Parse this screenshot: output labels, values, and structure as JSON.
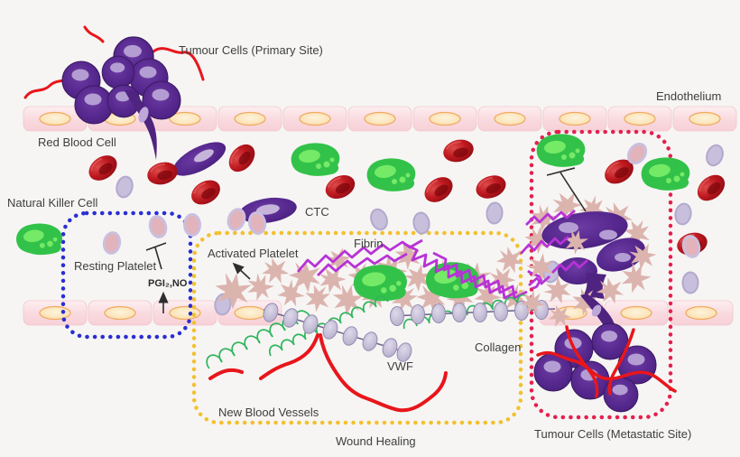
{
  "diagram": {
    "description": "Platelets and tumour metastasis schematic",
    "labels": {
      "tumour_primary": "Tumour Cells (Primary Site)",
      "endothelium": "Endothelium",
      "red_blood_cell": "Red Blood Cell",
      "natural_killer_cell": "Natural Killer Cell",
      "resting_platelet": "Resting Platelet",
      "pgi2_no": "PGI₂,NO",
      "ctc": "CTC",
      "activated_platelet": "Activated Platelet",
      "fibrin": "Fibrin",
      "collagen": "Collagen",
      "vwf": "VWF",
      "new_blood_vessels": "New Blood Vessels",
      "wound_healing": "Wound Healing",
      "tumour_metastatic": "Tumour Cells (Metastatic Site)"
    },
    "regions": [
      {
        "id": "resting-platelet-zone",
        "border_color": "#2a2ed1"
      },
      {
        "id": "wound-healing-zone",
        "border_color": "#f3c02e"
      },
      {
        "id": "metastatic-site-zone",
        "border_color": "#e4204e"
      }
    ],
    "colors": {
      "background": "#f6f5f4",
      "endothelial_cell": "#f8d7dd",
      "endothelial_nucleus": "#fbd9a0",
      "tumour_cell": "#53268b",
      "tumour_nucleus": "#b49dd2",
      "red_blood_cell": "#a50f15",
      "nk_cell": "#33c249",
      "resting_platelet": "#e2b3ba",
      "activated_platelet": "#dcb4ae",
      "fibrin": "#b832d6",
      "collagen": "#2eb55c",
      "vwf_bead": "#c2bad6",
      "blood_vessel": "#e8161b",
      "label_text": "#3e3e3e"
    }
  }
}
